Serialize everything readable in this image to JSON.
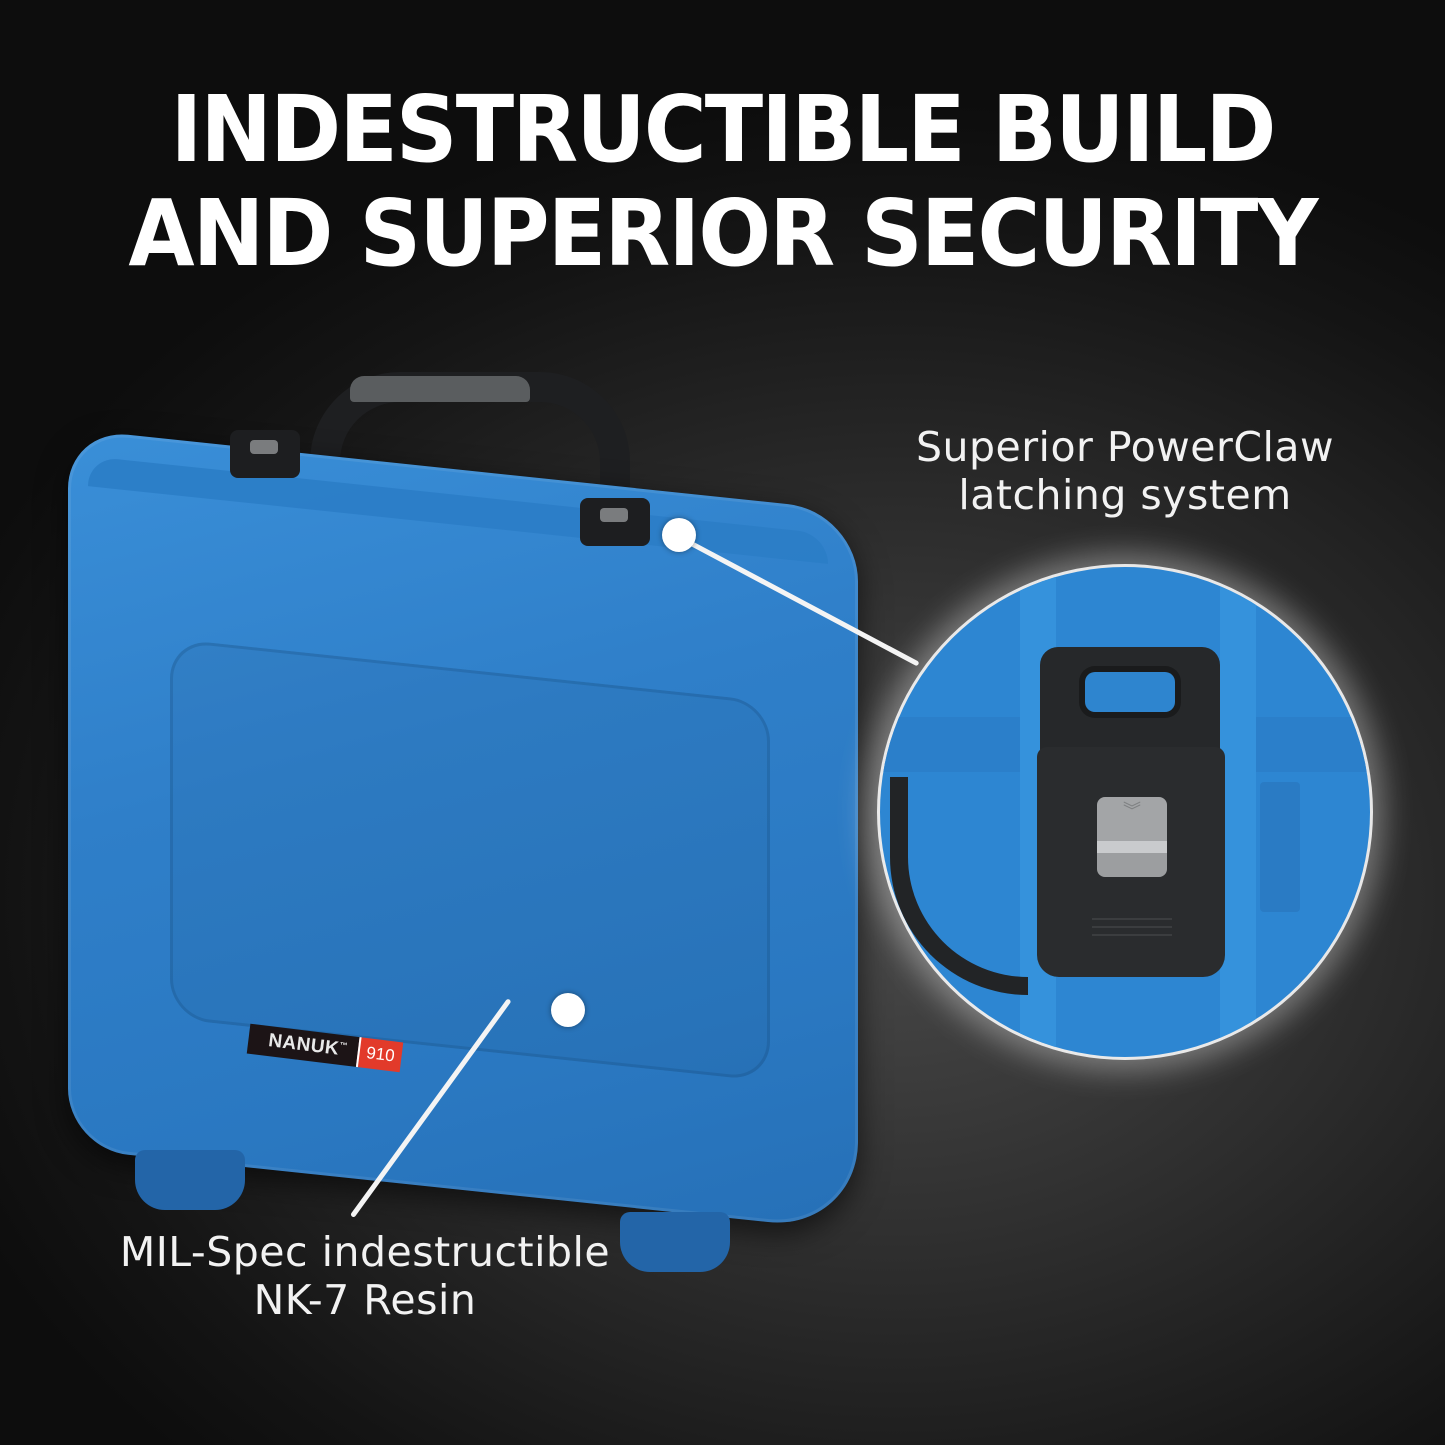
{
  "headline": {
    "line1": "INDESTRUCTIBLE BUILD",
    "line2": "AND SUPERIOR SECURITY"
  },
  "callouts": {
    "latch": {
      "line1": "Superior PowerClaw",
      "line2": "latching system"
    },
    "resin": {
      "line1": "MIL-Spec indestructible",
      "line2": "NK-7 Resin"
    }
  },
  "product": {
    "brand_label": "NANUK",
    "trademark": "™",
    "model_number": "910",
    "case_color": "#2f7fc9",
    "label_accent_color": "#e23a2a",
    "button_glyph": "︾"
  },
  "colors": {
    "background": "#1a1a1a",
    "text": "#ffffff"
  }
}
